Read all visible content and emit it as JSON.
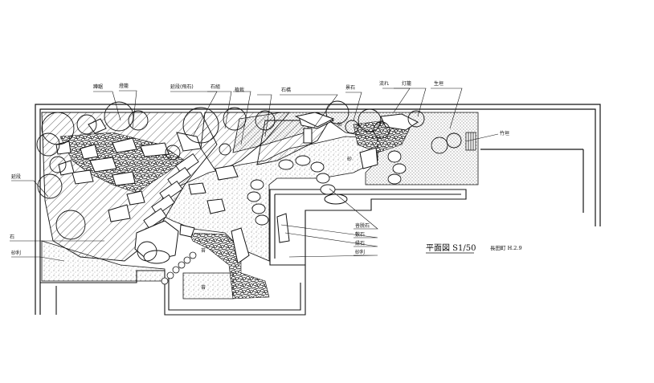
{
  "drawing": {
    "title": "平面図 S1/50",
    "signature": "長田町 H.2.9",
    "ink_color": "#141414",
    "paper_color": "#ffffff"
  },
  "callouts_top": [
    {
      "text": "蹲踞"
    },
    {
      "text": "燈籠"
    },
    {
      "text": "延段(飛石)"
    },
    {
      "text": "石組"
    },
    {
      "text": "植栽"
    },
    {
      "text": "石橋"
    },
    {
      "text": "景石"
    },
    {
      "text": "流れ"
    },
    {
      "text": "灯籠"
    },
    {
      "text": "生垣"
    }
  ],
  "callouts_left": [
    {
      "text": "延段"
    },
    {
      "text": "石"
    },
    {
      "text": "砂利"
    }
  ],
  "callouts_right": [
    {
      "text": "沓脱石"
    },
    {
      "text": "敷石"
    },
    {
      "text": "縁石"
    },
    {
      "text": "砂利"
    }
  ],
  "callouts_inner": [
    {
      "text": "苔"
    },
    {
      "text": "砂"
    },
    {
      "text": "苔"
    },
    {
      "text": "砂"
    }
  ],
  "callouts_far_right": [
    {
      "text": "竹垣"
    }
  ]
}
